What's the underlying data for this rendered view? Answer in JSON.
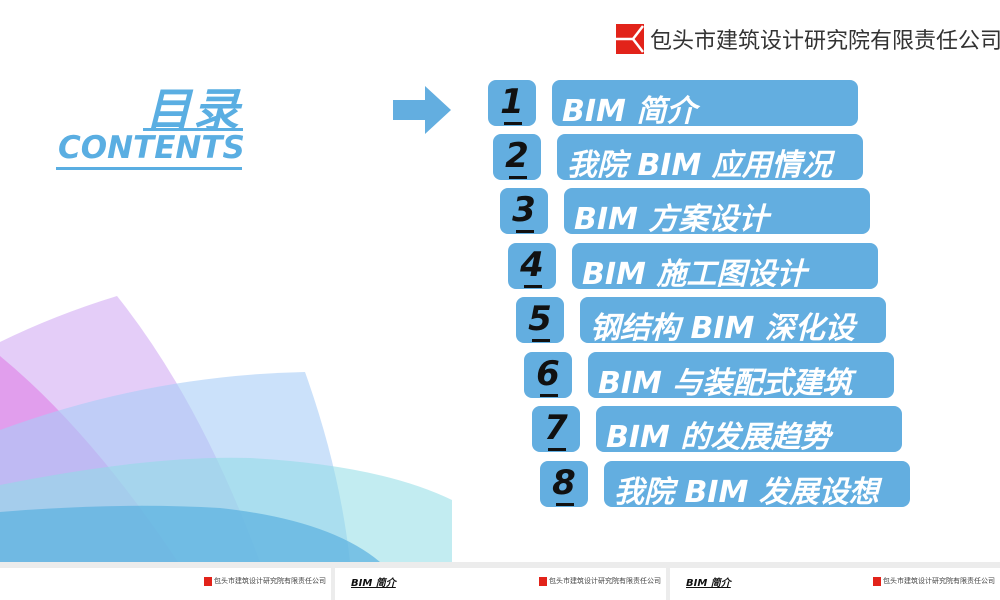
{
  "header": {
    "company_name": "包头市建筑设计研究院有限责任公司",
    "logo_color": "#e2231a"
  },
  "title": {
    "chinese": "目录",
    "english": "CONTENTS",
    "color": "#5aaee2"
  },
  "arrow": {
    "icon": "arrow-right-icon",
    "color": "#63aee0"
  },
  "toc": {
    "accent": "#63aee0",
    "items": [
      {
        "number": "1",
        "label": "BIM 简介"
      },
      {
        "number": "2",
        "label": "我院 BIM 应用情况"
      },
      {
        "number": "3",
        "label": "BIM 方案设计"
      },
      {
        "number": "4",
        "label": "BIM 施工图设计"
      },
      {
        "number": "5",
        "label": "钢结构 BIM 深化设"
      },
      {
        "number": "6",
        "label": "BIM 与装配式建筑"
      },
      {
        "number": "7",
        "label": "BIM 的发展趋势"
      },
      {
        "number": "8",
        "label": "我院 BIM 发展设想"
      }
    ]
  },
  "thumbnails": [
    {
      "label": "",
      "company": "包头市建筑设计研究院有限责任公司"
    },
    {
      "label": "BIM 简介",
      "company": "包头市建筑设计研究院有限责任公司"
    },
    {
      "label": "BIM 简介",
      "company": "包头市建筑设计研究院有限责任公司"
    }
  ]
}
